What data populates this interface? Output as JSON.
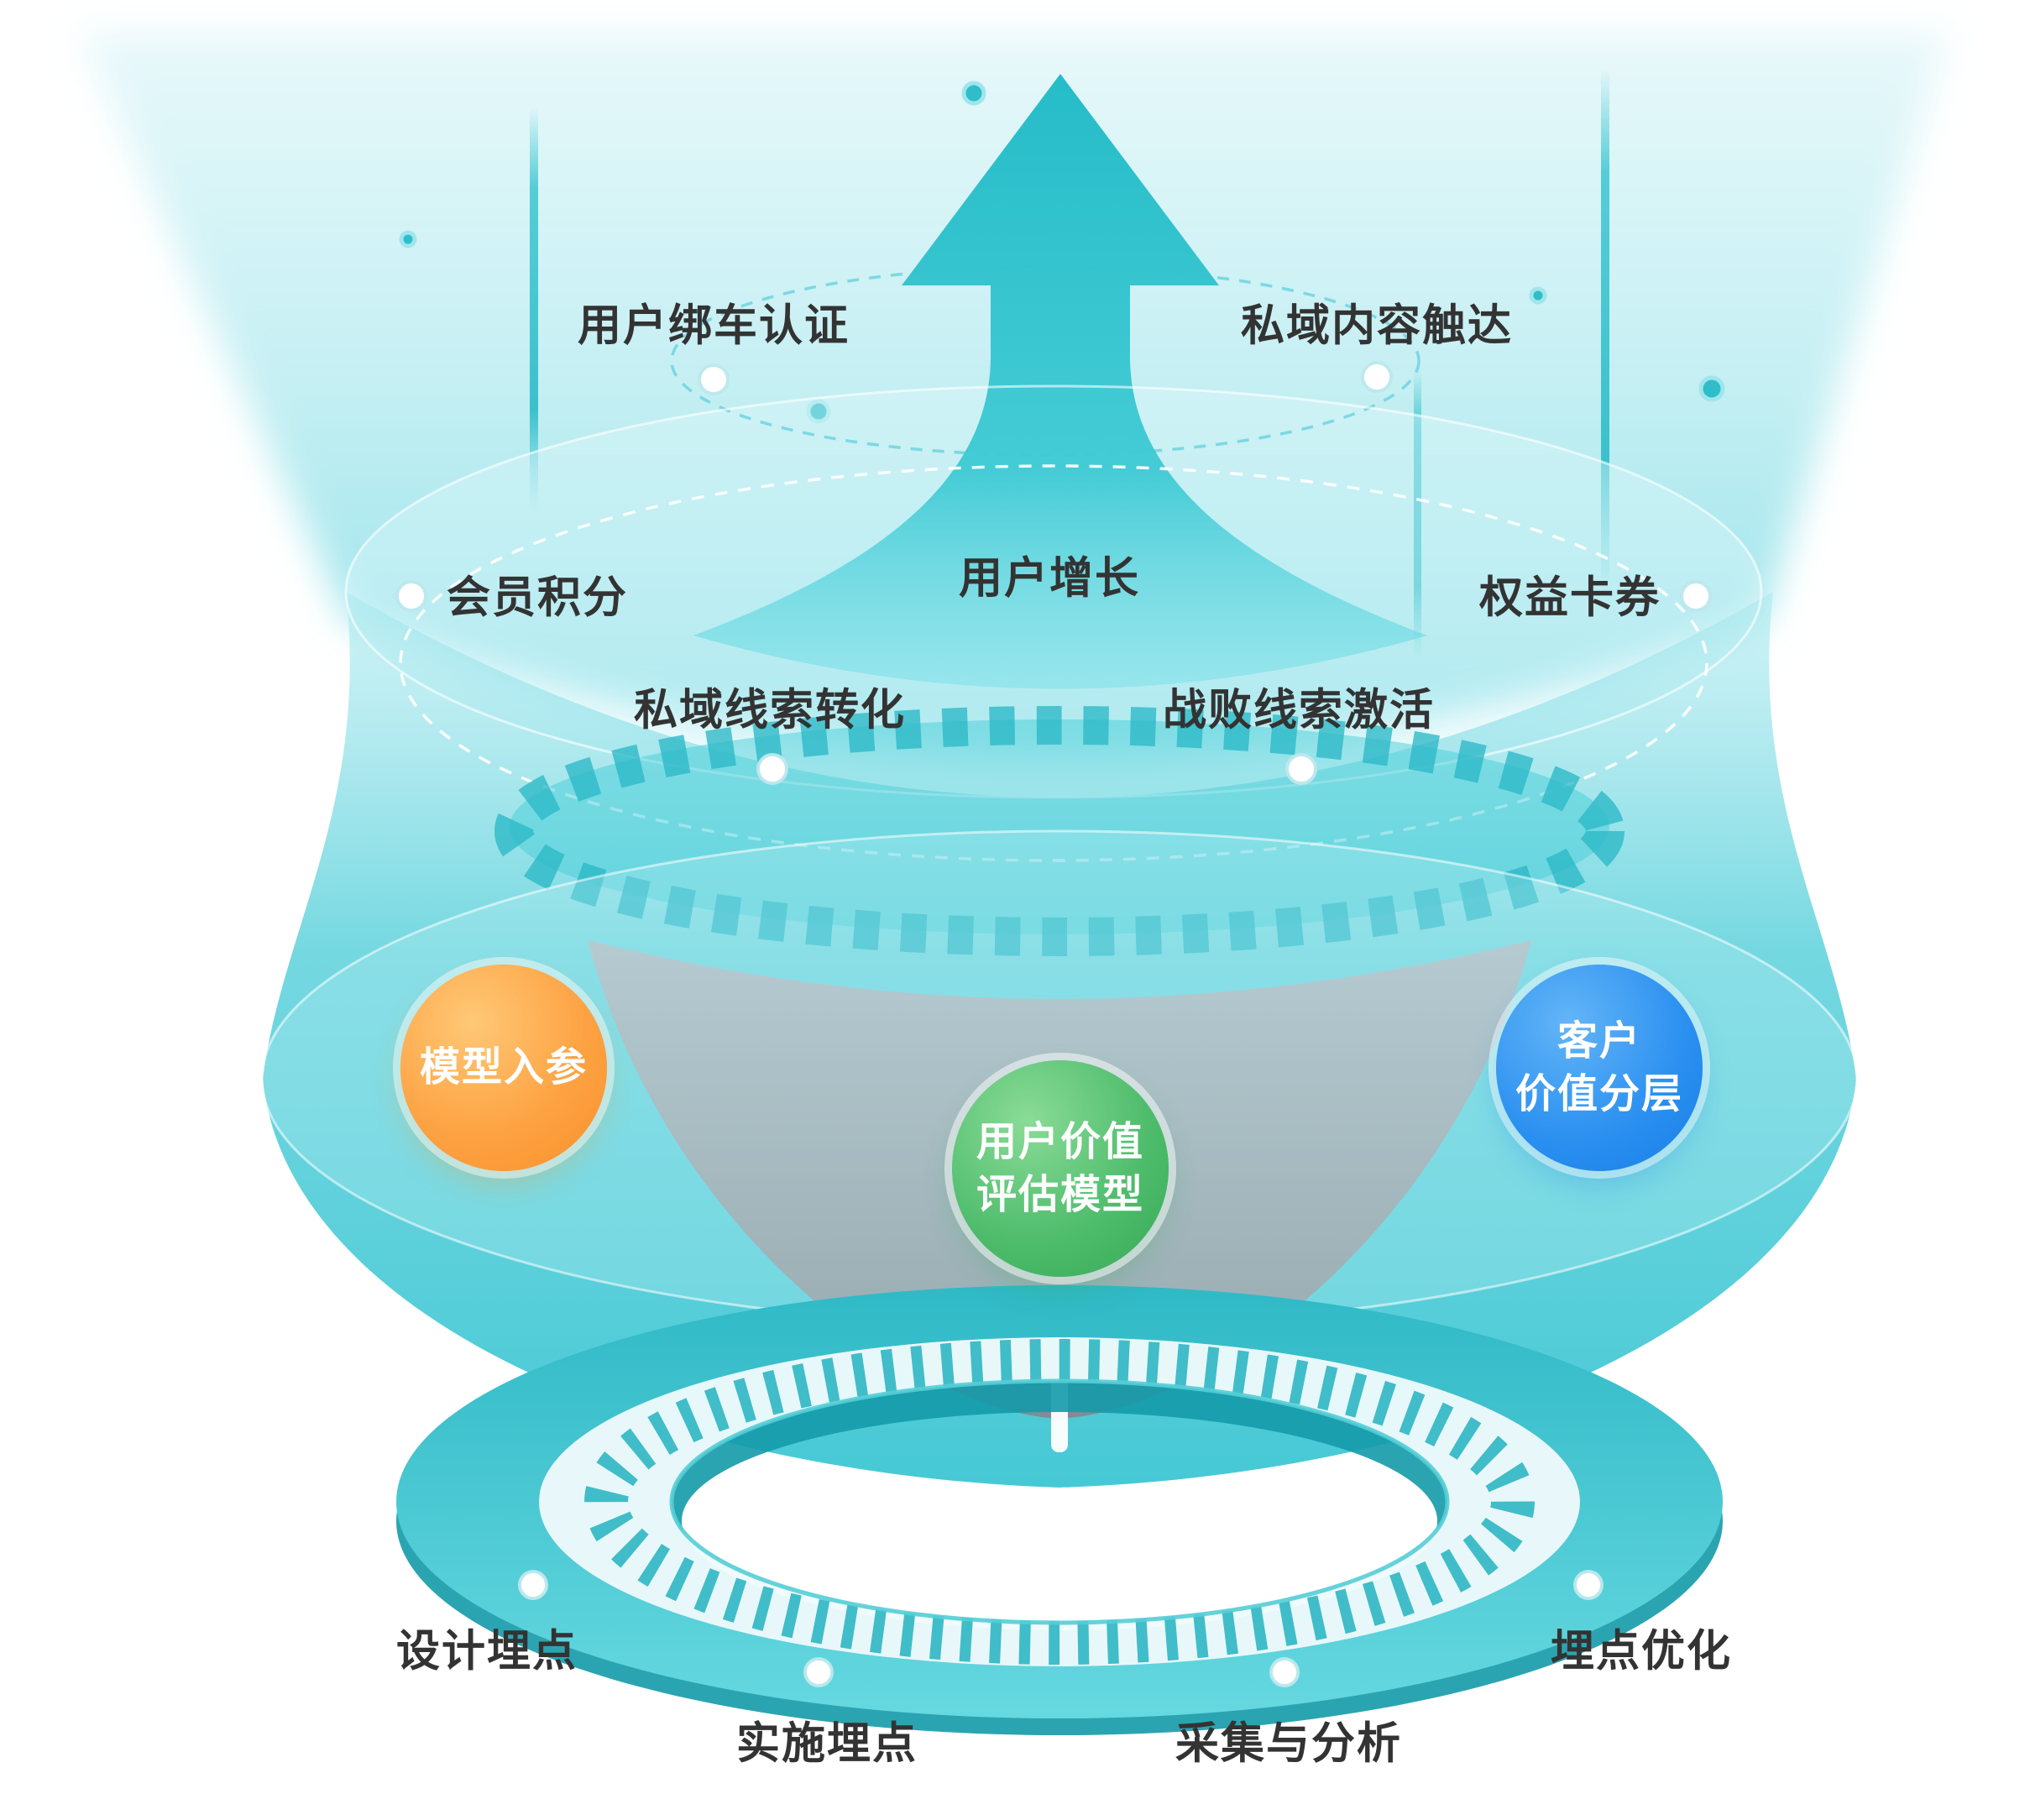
{
  "diagram": {
    "stage_labels": [
      {
        "id": "user-car-auth",
        "text": "用户绑车认证"
      },
      {
        "id": "private-content-reach",
        "text": "私域内容触达"
      },
      {
        "id": "member-points",
        "text": "会员积分"
      },
      {
        "id": "user-growth",
        "text": "用户增长"
      },
      {
        "id": "benefit-coupons",
        "text": "权益卡券"
      },
      {
        "id": "private-lead-convert",
        "text": "私域线索转化"
      },
      {
        "id": "lost-lead-activate",
        "text": "战败线索激活"
      },
      {
        "id": "design-tracking",
        "text": "设计埋点"
      },
      {
        "id": "implement-tracking",
        "text": "实施埋点"
      },
      {
        "id": "collect-analyze",
        "text": "采集与分析"
      },
      {
        "id": "tracking-optimize",
        "text": "埋点优化"
      }
    ],
    "nodes": {
      "model_input": {
        "label": "模型入参",
        "color": "#fda344"
      },
      "value_model": {
        "label": "用户价值\n评估模型",
        "color": "#4cbb6a"
      },
      "customer_tiering": {
        "label": "客户\n价值分层",
        "color": "#2a8ff0"
      }
    },
    "colors": {
      "primary_teal": "#35c2cd",
      "light_teal": "#d9f3f6",
      "gray_core": "#8a8e94",
      "text": "#333333"
    }
  }
}
